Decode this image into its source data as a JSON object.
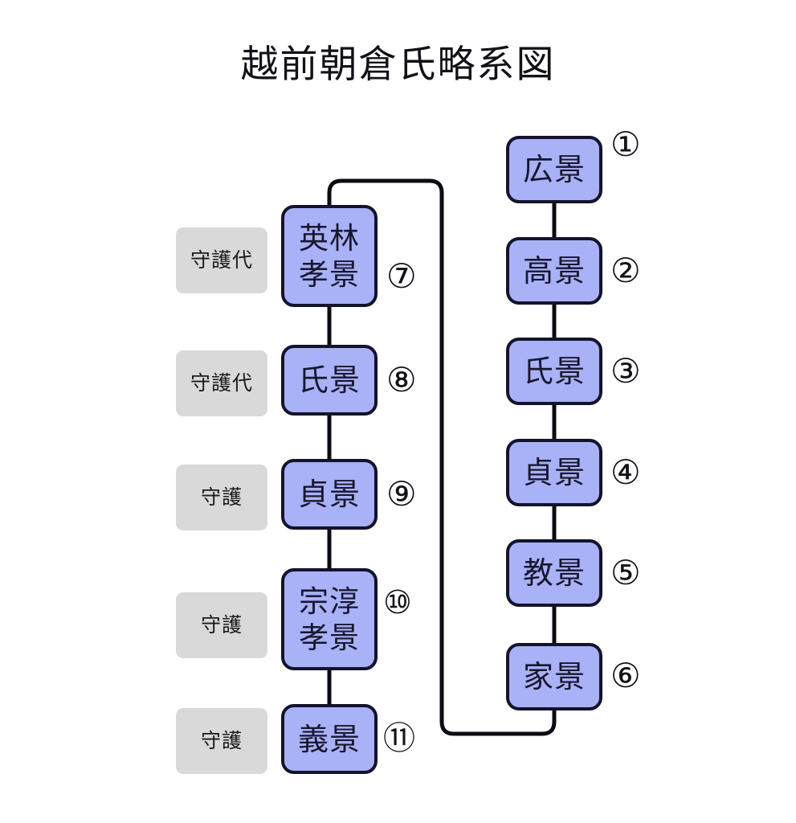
{
  "title": "越前朝倉氏略系図",
  "colors": {
    "box_fill": "#a9b1f7",
    "box_border": "#13132b",
    "role_chip_fill": "#d9d9d9",
    "connector": "#0b0b14",
    "page_background": "#ffffff",
    "text": "#17172e"
  },
  "lineage": {
    "right_column": [
      {
        "order": "①",
        "name": "広景",
        "lines": [
          "広景"
        ]
      },
      {
        "order": "②",
        "name": "高景",
        "lines": [
          "高景"
        ]
      },
      {
        "order": "③",
        "name": "氏景",
        "lines": [
          "氏景"
        ]
      },
      {
        "order": "④",
        "name": "貞景",
        "lines": [
          "貞景"
        ]
      },
      {
        "order": "⑤",
        "name": "教景",
        "lines": [
          "教景"
        ]
      },
      {
        "order": "⑥",
        "name": "家景",
        "lines": [
          "家景"
        ]
      }
    ],
    "left_column": [
      {
        "order": "⑦",
        "name": "英林孝景",
        "lines": [
          "英林",
          "孝景"
        ],
        "role": "守護代"
      },
      {
        "order": "⑧",
        "name": "氏景",
        "lines": [
          "氏景"
        ],
        "role": "守護代"
      },
      {
        "order": "⑨",
        "name": "貞景",
        "lines": [
          "貞景"
        ],
        "role": "守護"
      },
      {
        "order": "⑩",
        "name": "宗淳孝景",
        "lines": [
          "宗淳",
          "孝景"
        ],
        "role": "守護"
      },
      {
        "order": "⑪",
        "name": "義景",
        "lines": [
          "義景"
        ],
        "role": "守護"
      }
    ]
  },
  "roles": {
    "shugodai": "守護代",
    "shugo": "守護"
  },
  "connections": {
    "right_chain": "①→②→③→④→⑤→⑥",
    "left_chain": "⑦→⑧→⑨→⑩→⑪",
    "bridge": "⑥→⑦"
  }
}
